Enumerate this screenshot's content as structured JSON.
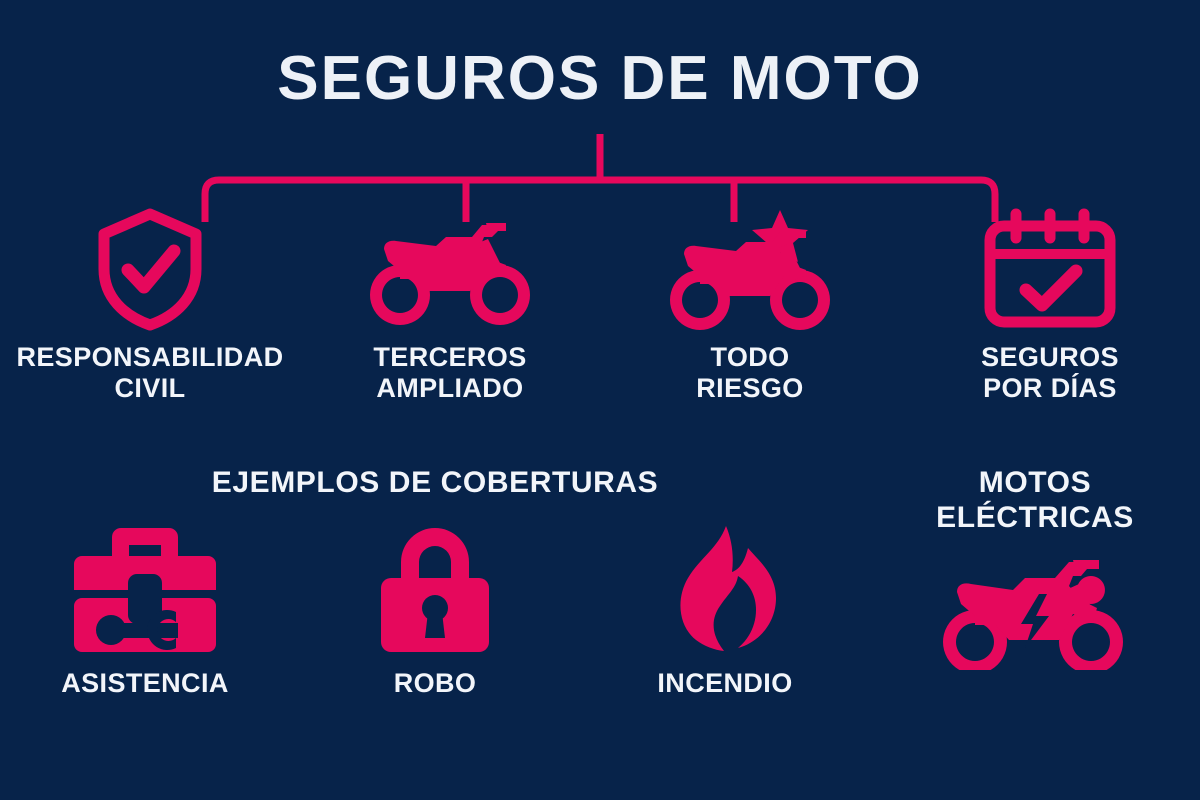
{
  "theme": {
    "background": "#07234A",
    "accent": "#E6085C",
    "text": "#F2F5FA"
  },
  "header": {
    "title": "SEGUROS DE MOTO"
  },
  "connector": {
    "name": "bracket-connector",
    "color": "#E6085C",
    "branches": 4
  },
  "categories": [
    {
      "label": "RESPONSABILIDAD\nCIVIL",
      "icon": "shield-check-icon",
      "name": "category-responsabilidad-civil"
    },
    {
      "label": "TERCEROS\nAMPLIADO",
      "icon": "motorcycle-icon",
      "name": "category-terceros-ampliado"
    },
    {
      "label": "TODO\nRIESGO",
      "icon": "motorcycle-star-icon",
      "name": "category-todo-riesgo"
    },
    {
      "label": "SEGUROS\nPOR DÍAS",
      "icon": "calendar-check-icon",
      "name": "category-seguros-por-dias"
    }
  ],
  "sections": {
    "coverages_title": "EJEMPLOS DE COBERTURAS",
    "electric_title": "MOTOS\nELÉCTRICAS"
  },
  "coverages": [
    {
      "label": "ASISTENCIA",
      "icon": "toolbox-wrench-icon",
      "name": "coverage-asistencia"
    },
    {
      "label": "ROBO",
      "icon": "padlock-icon",
      "name": "coverage-robo"
    },
    {
      "label": "INCENDIO",
      "icon": "flame-icon",
      "name": "coverage-incendio"
    }
  ],
  "electric": {
    "icon": "electric-motorcycle-icon",
    "name": "electric-motorcycle"
  }
}
